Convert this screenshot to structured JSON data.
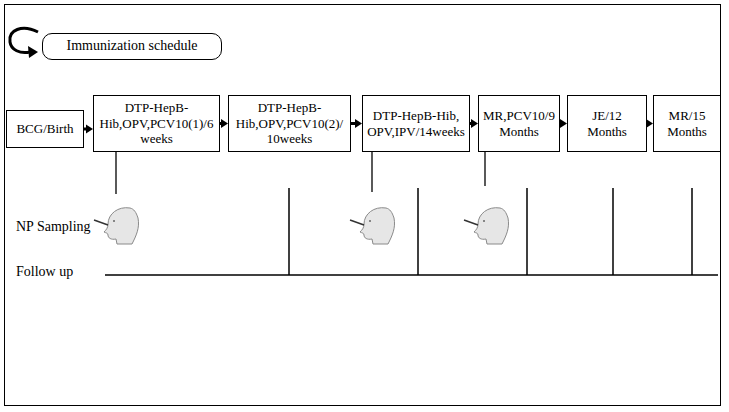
{
  "diagram": {
    "nodes": [
      {
        "text": [
          "Immunization schedule"
        ]
      },
      {
        "text": [
          "BCG/Birth"
        ]
      },
      {
        "text": [
          "DTP-HepB-Hib,OPV,PCV10(1)/6weeks"
        ]
      },
      {
        "text": [
          "DTP-HepB-Hib,OPV,PCV10(2)/10weeks"
        ]
      },
      {
        "text": [
          "DTP-HepB-Hib, OPV,IPV/14weeks"
        ]
      },
      {
        "text": [
          "MR,PCV10/9 Months"
        ]
      },
      {
        "text": [
          "JE/12 Months"
        ]
      },
      {
        "text": [
          "MR/15 Months"
        ]
      }
    ],
    "edges": [
      {
        "from": 1,
        "to": 2,
        "arrow": "to"
      },
      {
        "from": 2,
        "to": 3,
        "arrow": "to"
      },
      {
        "from": 3,
        "to": 4,
        "arrow": "to"
      },
      {
        "from": 4,
        "to": 5,
        "arrow": "to"
      },
      {
        "from": 5,
        "to": 6,
        "arrow": "to"
      },
      {
        "from": 6,
        "to": 7,
        "arrow": "to"
      }
    ],
    "labels": [
      "NP Sampling",
      "Follow up"
    ]
  }
}
